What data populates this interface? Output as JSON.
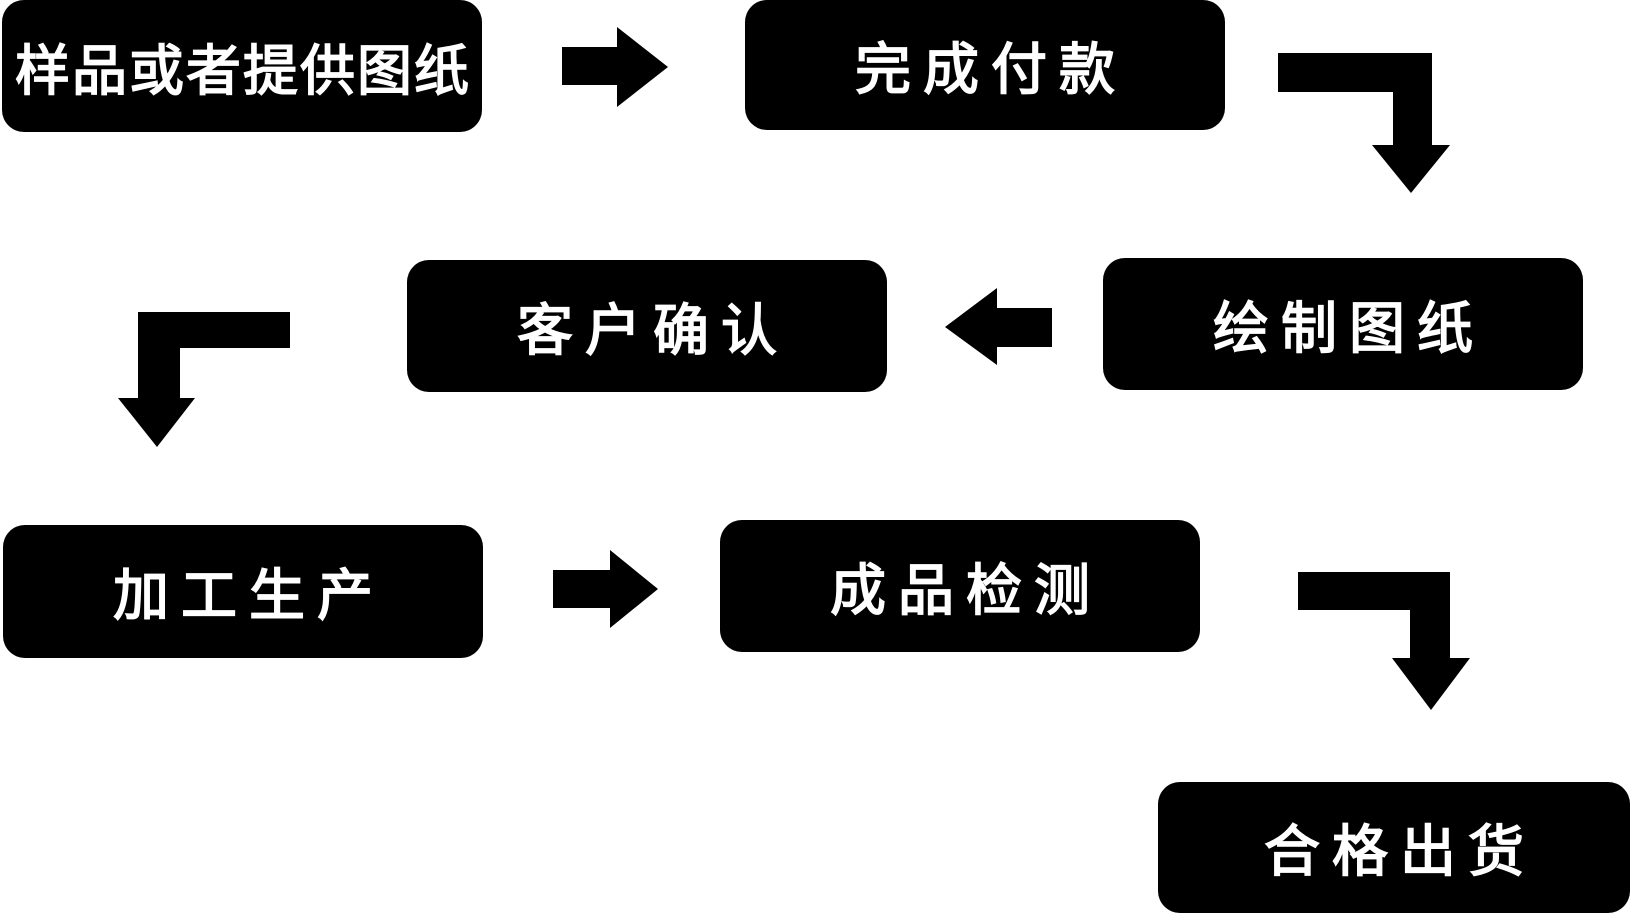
{
  "diagram": {
    "type": "flowchart",
    "background_color": "#ffffff",
    "node_fill_color": "#000000",
    "node_text_color": "#ffffff",
    "arrow_color": "#000000",
    "nodes": [
      {
        "id": "sample-or-drawing",
        "label": "样品或者提供图纸"
      },
      {
        "id": "payment",
        "label": "完成付款"
      },
      {
        "id": "draw-drawings",
        "label": "绘制图纸"
      },
      {
        "id": "customer-confirm",
        "label": "客户确认"
      },
      {
        "id": "production",
        "label": "加工生产"
      },
      {
        "id": "inspection",
        "label": "成品检测"
      },
      {
        "id": "shipment",
        "label": "合格出货"
      }
    ],
    "edges": [
      {
        "from": "样品或者提供图纸",
        "to": "完成付款",
        "shape": "straight-right"
      },
      {
        "from": "完成付款",
        "to": "绘制图纸",
        "shape": "elbow-right-down"
      },
      {
        "from": "绘制图纸",
        "to": "客户确认",
        "shape": "straight-left"
      },
      {
        "from": "客户确认",
        "to": "加工生产",
        "shape": "elbow-left-down"
      },
      {
        "from": "加工生产",
        "to": "成品检测",
        "shape": "straight-right"
      },
      {
        "from": "成品检测",
        "to": "合格出货",
        "shape": "elbow-right-down"
      }
    ]
  }
}
